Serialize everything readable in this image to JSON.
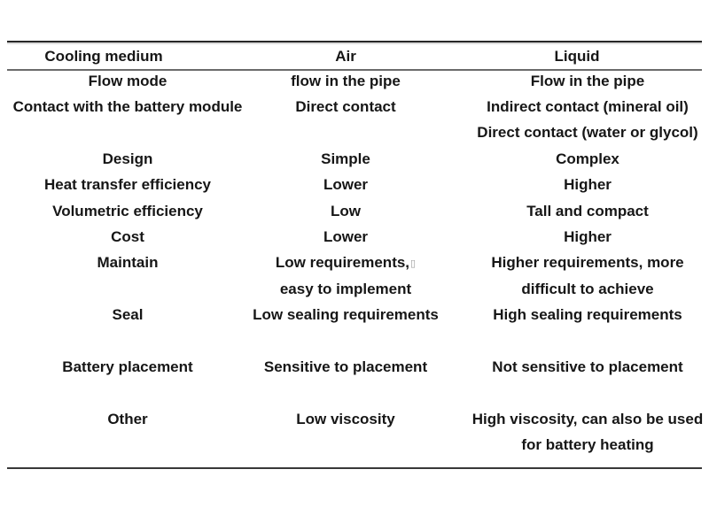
{
  "table": {
    "headers": [
      "Cooling medium",
      "Air",
      "Liquid"
    ],
    "lines": [
      [
        "Flow mode",
        "flow in the pipe",
        "Flow in the pipe"
      ],
      [
        "Contact with the battery module",
        "Direct contact",
        "Indirect contact (mineral oil)"
      ],
      [
        "",
        "",
        "Direct contact (water or glycol)"
      ],
      [
        "Design",
        "Simple",
        "Complex"
      ],
      [
        "Heat transfer efficiency",
        "Lower",
        "Higher"
      ],
      [
        "Volumetric efficiency",
        "Low",
        "Tall and compact"
      ],
      [
        "Cost",
        "Lower",
        "Higher"
      ],
      [
        "Maintain",
        {
          "text": "Low requirements,",
          "mark": "▯"
        },
        "Higher requirements, more"
      ],
      [
        "",
        "easy to implement",
        "difficult to achieve"
      ],
      [
        "Seal",
        "Low sealing requirements",
        "High sealing requirements"
      ],
      [
        "",
        "",
        ""
      ],
      [
        "Battery placement",
        "Sensitive to placement",
        "Not sensitive to placement"
      ],
      [
        "",
        "",
        ""
      ],
      [
        "Other",
        "Low viscosity",
        "High viscosity, can also be used"
      ],
      [
        "",
        "",
        "for battery heating"
      ]
    ]
  },
  "colors": {
    "text": "#161616",
    "top_rule": "#272727",
    "header_rule": "#6b6b6b",
    "bottom_rule": "#383838",
    "artifact_mark": "#9a9a9a",
    "background": "#ffffff"
  }
}
